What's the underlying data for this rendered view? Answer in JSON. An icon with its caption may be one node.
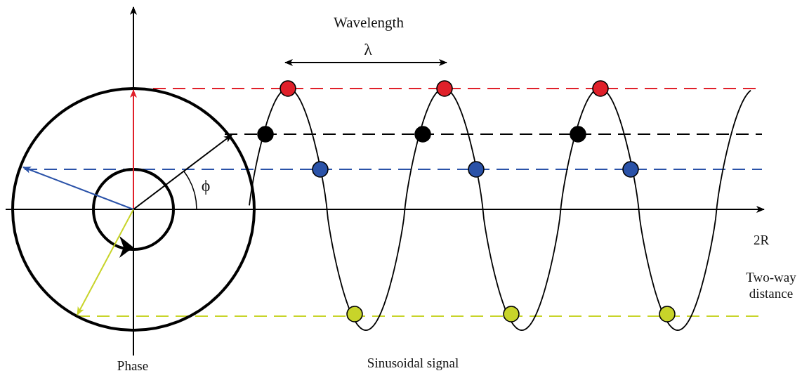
{
  "diagram": {
    "labels": [
      "Wavelength",
      "λ",
      "ϕ",
      "2R",
      "Two-way distance",
      "Phase",
      "Sinusoidal signal"
    ]
  }
}
